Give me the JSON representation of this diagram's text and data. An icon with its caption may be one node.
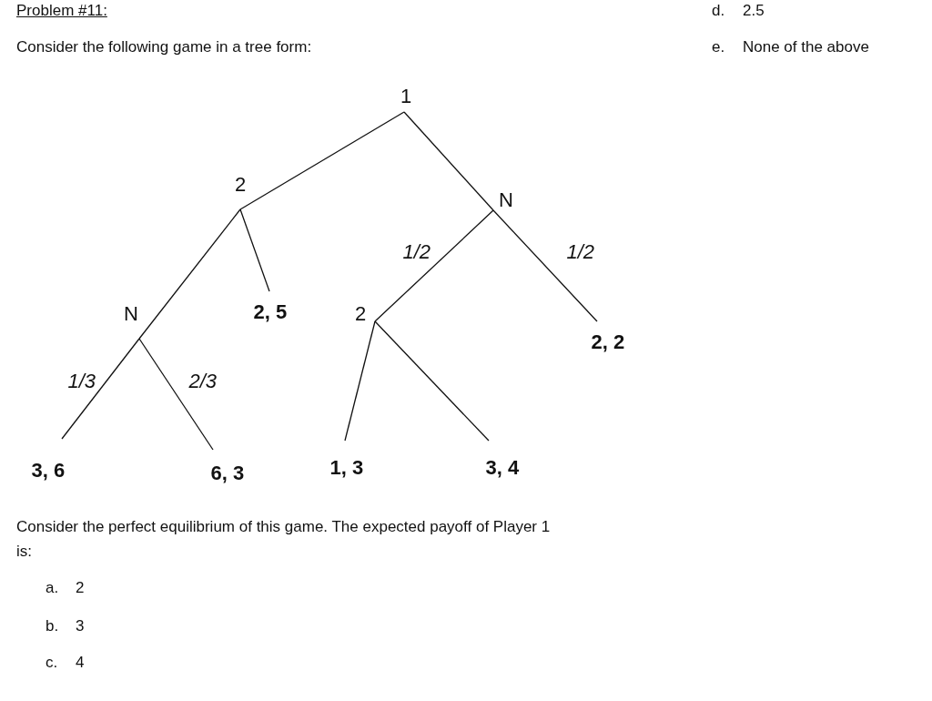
{
  "diagram": {
    "title": "Problem #11:",
    "nodes": [
      {
        "text": [
          "1"
        ]
      },
      {
        "text": [
          "2"
        ]
      },
      {
        "text": [
          "N"
        ]
      },
      {
        "text": [
          "N"
        ]
      },
      {
        "text": [
          "2, 5"
        ]
      },
      {
        "text": [
          "2"
        ]
      },
      {
        "text": [
          "2, 2"
        ]
      },
      {
        "text": [
          "3, 6"
        ]
      },
      {
        "text": [
          "6, 3"
        ]
      },
      {
        "text": [
          "1, 3"
        ]
      },
      {
        "text": [
          "3, 4"
        ]
      }
    ],
    "edges": [
      {
        "from": 0,
        "to": 1,
        "arrow": "none"
      },
      {
        "from": 0,
        "to": 2,
        "arrow": "none"
      },
      {
        "from": 1,
        "to": 3,
        "arrow": "none"
      },
      {
        "from": 1,
        "to": 4,
        "arrow": "none"
      },
      {
        "from": 2,
        "to": 5,
        "arrow": "none",
        "label": "1/2"
      },
      {
        "from": 2,
        "to": 6,
        "arrow": "none",
        "label": "1/2"
      },
      {
        "from": 3,
        "to": 7,
        "arrow": "none",
        "label": "1/3"
      },
      {
        "from": 3,
        "to": 8,
        "arrow": "none",
        "label": "2/3"
      },
      {
        "from": 5,
        "to": 9,
        "arrow": "none"
      },
      {
        "from": 5,
        "to": 10,
        "arrow": "none"
      }
    ],
    "labels": [
      "d.",
      "2.5",
      "Consider the following game in a tree form:",
      "e.",
      "None of the above",
      "Consider the perfect equilibrium of this game. The expected payoff of Player 1 is:",
      "a.",
      "2",
      "b.",
      "3",
      "c.",
      "4"
    ]
  }
}
